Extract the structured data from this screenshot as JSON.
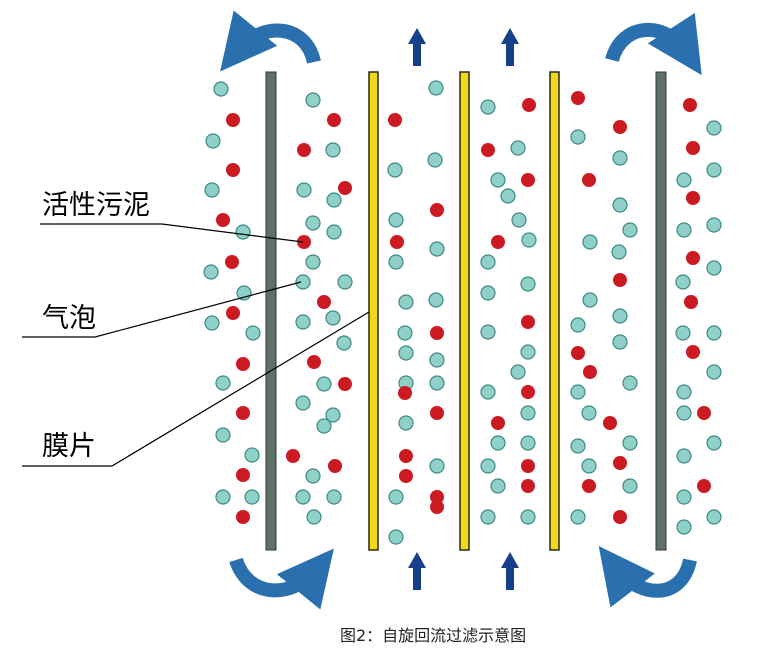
{
  "labels": {
    "sludge": "活性污泥",
    "bubble": "气泡",
    "membrane": "膜片"
  },
  "caption": "图2：自旋回流过滤示意图",
  "colors": {
    "sludge": "#cc1a22",
    "bubble": "#8fd0c8",
    "bubble_stroke": "#3e8a86",
    "outer_plate": "#5f7068",
    "membrane": "#f2d81a",
    "flow_arrow": "#2a6fae",
    "up_arrow": "#173f8a"
  },
  "icons": {
    "flow": "curved-flow-arrow-icon",
    "up": "up-arrow-icon"
  }
}
